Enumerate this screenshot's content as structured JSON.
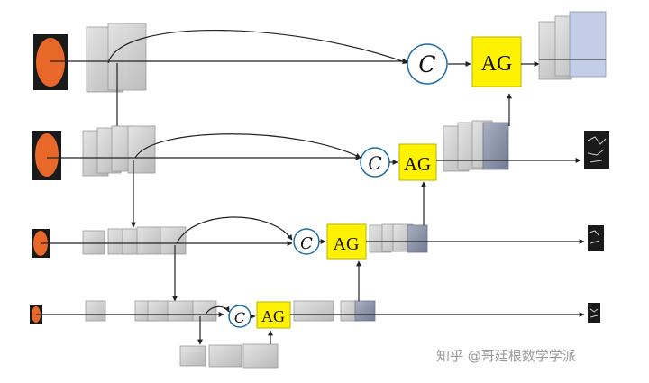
{
  "diagram": {
    "concat_symbol": "C",
    "attention_gate_label": "AG",
    "colors": {
      "attention_gate_fill": "#fff200",
      "attention_gate_stroke": "#b8b400",
      "concat_stroke": "#1f6fa8",
      "input_image": "#e8682a",
      "output_block": "#c4cde6",
      "line": "#222222"
    }
  },
  "watermark": "知乎 @哥廷根数学学派"
}
